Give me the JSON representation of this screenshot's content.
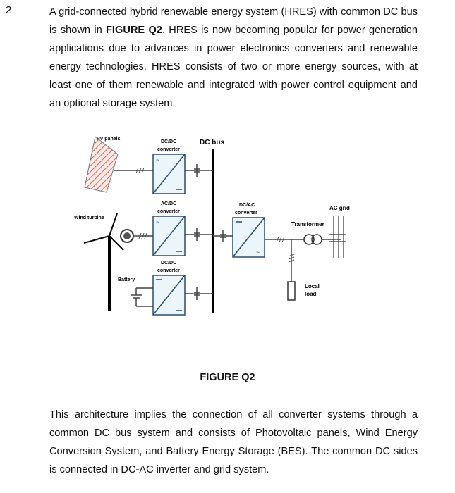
{
  "question_number": "2.",
  "intro": {
    "before_ref": "A grid-connected hybrid renewable energy system (HRES) with common DC bus is shown in ",
    "ref": "FIGURE Q2",
    "after_ref": ". HRES is now becoming popular for power generation applications due to advances in power electronics converters and renewable energy technologies. HRES consists of two or more energy sources, with at least one of them renewable and integrated with power control equipment and an optional storage system."
  },
  "diagram": {
    "pv_panels": "PV panels",
    "dcdc1_line1": "DC/DC",
    "dcdc1_line2": "converter",
    "dc_bus": "DC bus",
    "wind_turbine": "Wind turbine",
    "acdc_line1": "AC/DC",
    "acdc_line2": "converter",
    "dcac_line1": "DC/AC",
    "dcac_line2": "converter",
    "ac_grid": "AC grid",
    "transformer": "Transformer",
    "dcdc2_line1": "DC/DC",
    "dcdc2_line2": "converter",
    "battery": "Battery",
    "local_load_line1": "Local",
    "local_load_line2": "load",
    "converter_color": "#ecf5fa",
    "converter_stroke": "#2a4d6e"
  },
  "caption": "FIGURE Q2",
  "conclusion": "This architecture implies the connection of all converter systems through a common DC bus system and consists of Photovoltaic panels, Wind Energy Conversion System, and Battery Energy Storage (BES). The common DC sides is connected in DC-AC inverter and grid system."
}
